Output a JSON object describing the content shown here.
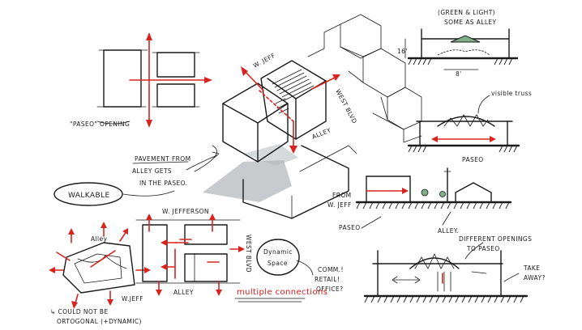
{
  "sketch": {
    "labels": {
      "paseo_opening": "\"PASEO\" OPENING",
      "walkable": "WALKABLE",
      "pavement_line1": "PAVEMENT FROM",
      "pavement_line2": "ALLEY GETS",
      "pavement_line3": "IN THE PASEO.",
      "w_jeff_top": "W. JEFF",
      "west_blvd_top": "WEST BLVD",
      "alley_center": "ALLEY",
      "green_light_line1": "(GREEN & LIGHT)",
      "green_light_line2": "SOME AS ALLEY",
      "dim_16": "16'",
      "dim_8": "8'",
      "visible_truss": "visible truss",
      "paseo_mid": "PASEO",
      "from_w_jeff_line1": "FROM",
      "from_w_jeff_line2": "W. JEFF",
      "paseo_right": "PASEO",
      "alley_right": "ALLEY.",
      "alley_small": "Alley",
      "w_jeff_small": "W.JEFF",
      "could_not_line1": "↳ COULD NOT BE",
      "could_not_line2": "ORTOGONAL (+DYNAMIC)",
      "w_jefferson_grid": "W. JEFFERSON",
      "west_blvd_grid": "WEST BLVD",
      "alley_grid": "ALLEY",
      "dynamic_line1": "Dynamic",
      "dynamic_line2": "Space",
      "multiple_connections": "multiple connections",
      "comm_line1": "COMM.!",
      "comm_line2": "RETAIL!",
      "comm_line3": "OFFICE?",
      "different_openings_line1": "DIFFERENT OPENINGS",
      "different_openings_line2": "TO PASEO",
      "take_away_line1": "TAKE",
      "take_away_line2": "AWAY?"
    },
    "colors": {
      "ink": "#1a1a1a",
      "accent_red": "#d9231f",
      "wash_grey": "#9aa0a6",
      "glass_green": "#7fb08a"
    }
  }
}
